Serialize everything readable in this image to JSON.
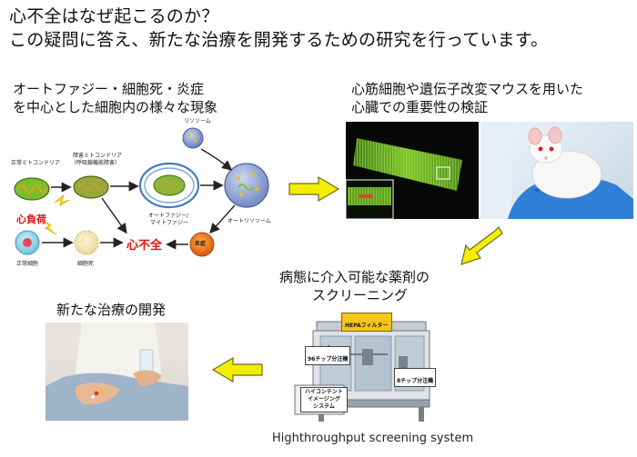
{
  "header": {
    "line1": "心不全はなぜ起こるのか？",
    "line2": "この疑問に答え、新たな治療を開発するための研究を行っています。"
  },
  "section_autophagy": {
    "line1": "オートファジー・細胞死・炎症",
    "line2": "を中心とした細胞内の様々な現象"
  },
  "diagram": {
    "normal_mito": "正常ミトコンドリア",
    "damaged_mito_1": "障害ミトコンドリア",
    "damaged_mito_2": "（呼吸鎖機能障害）",
    "lysosome": "リソソーム",
    "autophagy_1": "オートファジー/",
    "autophagy_2": "マイトファジー",
    "autolysosome": "オートリソソーム",
    "cardiac_load": "心負荷",
    "normal_cell": "正常細胞",
    "cell_death": "細胞死",
    "heart_failure": "心不全",
    "inflammation": "炎症"
  },
  "section_validation": {
    "line1": "心筋細胞や遺伝子改変マウスを用いた",
    "line2": "心臓での重要性の検証"
  },
  "section_screening": {
    "line1": "病態に介入可能な薬剤の",
    "line2": "スクリーニング"
  },
  "machine": {
    "hepa": "HEPAフィルター",
    "tip96": "96チップ分注機",
    "tip8": "8チップ分注機",
    "imaging_1": "ハイコンテント",
    "imaging_2": "イメージング",
    "imaging_3": "システム",
    "caption": "Highthroughput screening system"
  },
  "section_treatment": {
    "label": "新たな治療の開発"
  },
  "colors": {
    "arrow_fill": "#f3ee00",
    "arrow_stroke": "#6a6a2a",
    "alert_red": "#e01010",
    "mito_green": "#7cbf2a",
    "inflammation_orange": "#e8701a",
    "lysosome_blue": "#6f86c8"
  }
}
